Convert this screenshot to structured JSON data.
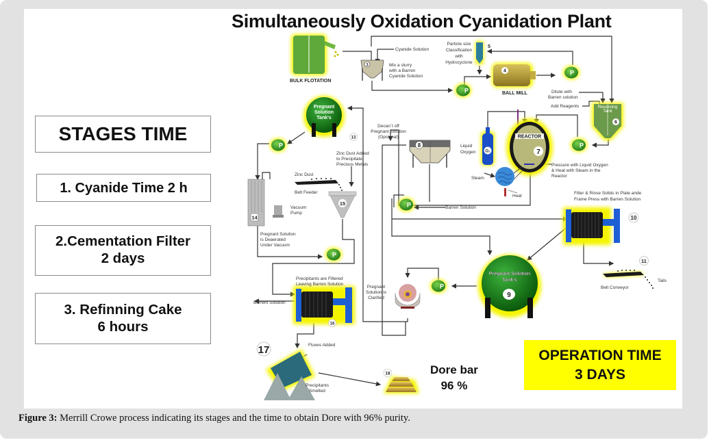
{
  "figure": {
    "title": "Simultaneously Oxidation Cyanidation Plant",
    "caption_label": "Figure 3:",
    "caption_text": " Merrill Crowe process indicating its stages and the time to obtain Dore with 96% purity."
  },
  "stages": {
    "heading": "STAGES TIME",
    "items": [
      {
        "line1": "1. Cyanide Time 2 h",
        "line2": ""
      },
      {
        "line1": "2.Cementation Filter",
        "line2": "2 days"
      },
      {
        "line1": "3. Refinning Cake",
        "line2": "6 hours"
      }
    ]
  },
  "operation": {
    "line1": "OPERATION TIME",
    "line2": "3 DAYS",
    "color": "#ffff00"
  },
  "product": {
    "line1": "Dore bar",
    "line2": "96 %"
  },
  "colors": {
    "tank_green": "#1f7a1f",
    "glow_yellow": "#f4f400",
    "filter_blue": "#1e5fd6",
    "pump_green": "#3aa32a",
    "gold": "#c9a23a"
  },
  "units": {
    "bulk_flotation": "BULK FLOTATION",
    "u3_number": "3",
    "cyanide_solution": "Cyanide Solution",
    "mix_slurry": [
      "Mix a slurry",
      "with a Barren",
      "Cyanide Solution"
    ],
    "u4_number": "4",
    "ball_mill": "BALL MILL",
    "u5_number": "5",
    "hydrocyclone": [
      "Particle size",
      "Classification",
      "with",
      "Hydrocyclone"
    ],
    "dilute": [
      "Dilute with",
      "Barren solution"
    ],
    "add_reagents": "Add Reagents",
    "u6_number": "6",
    "u6_label": [
      "Receiving",
      "Tank"
    ],
    "u7_number": "7",
    "reactor": "REACTOR",
    "liquid_oxygen": [
      "Liquid",
      "Oxygen"
    ],
    "o2": "O₂",
    "steam": "Steam",
    "heat": "Heat",
    "pressure_note": [
      "Pressure with Liquid Oxygen",
      "& Heat with Steam in the",
      "Reactor"
    ],
    "u8_number": "8",
    "decant": [
      "Decan`t off",
      "Pregnant Solution",
      "(Opcional)"
    ],
    "barren_solution": "Barren Solution",
    "u9_number": "9",
    "u9_label": [
      "Pregnant Solution",
      "Tank's"
    ],
    "u10_number": "10",
    "filter_rinse": [
      "Filter & Rinse Solids in Plate ande",
      "Frame Press with Barren Solution"
    ],
    "u11_number": "11",
    "belt_conveyor": "Belt Conveyor",
    "tails": "Tails",
    "u13_number": "13",
    "u13_label": [
      "Pregnant",
      "Solution",
      "Tank's"
    ],
    "zinc_added": [
      "Zinc Dust Added",
      "to Precipitate",
      "Precious Metals"
    ],
    "zinc_dust": "Zinc Dust",
    "belt_feeder": "Belt Feeder",
    "u14_number": "14",
    "vacuum_pump": [
      "Vacuum",
      "Pump"
    ],
    "deaerated": [
      "Pregnant Solution",
      "is Deaerated",
      "Under Vacuum"
    ],
    "u15_number": "15",
    "clarified": [
      "Pregnant",
      "Solution is",
      "Clarified"
    ],
    "precip_filtered": [
      "Precipitants are Filtered",
      "Leaving Barren Solution"
    ],
    "barrent_solution": "Barrent Solution",
    "u16_number": "16",
    "u17_number": "17",
    "fluxes_added": "Fluxes Added",
    "smelted": [
      "Precipitants",
      "Smelted"
    ],
    "u18_number": "18",
    "pump_letter": "P"
  }
}
